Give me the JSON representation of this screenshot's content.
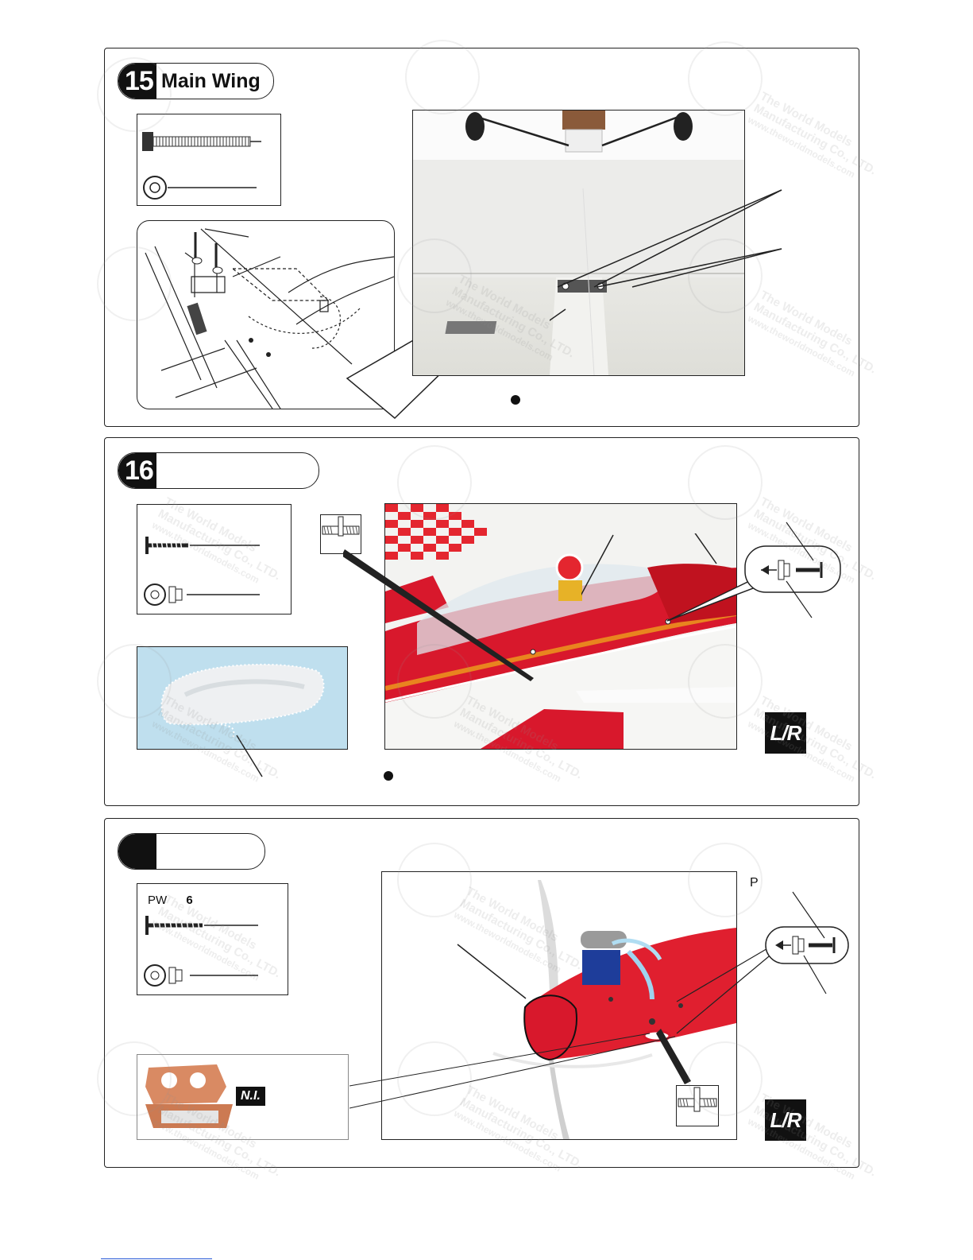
{
  "steps": [
    {
      "number": "15",
      "title": "Main Wing"
    },
    {
      "number": "16",
      "title": ""
    },
    {
      "number": "",
      "title": ""
    }
  ],
  "step17_parts": {
    "line1_prefix": "PW",
    "line1_value": "6"
  },
  "step17_photo_label": "P",
  "badges": {
    "lr": "L/R",
    "ni": "N.I."
  },
  "watermark": {
    "name_line1": "The World Models",
    "name_line2": "Manufacturing Co., LTD.",
    "url": "www.theworldmodels.com"
  },
  "colors": {
    "accent_red": "#d8182c",
    "stripe_orange": "#e9841f",
    "frame": "#222222"
  }
}
